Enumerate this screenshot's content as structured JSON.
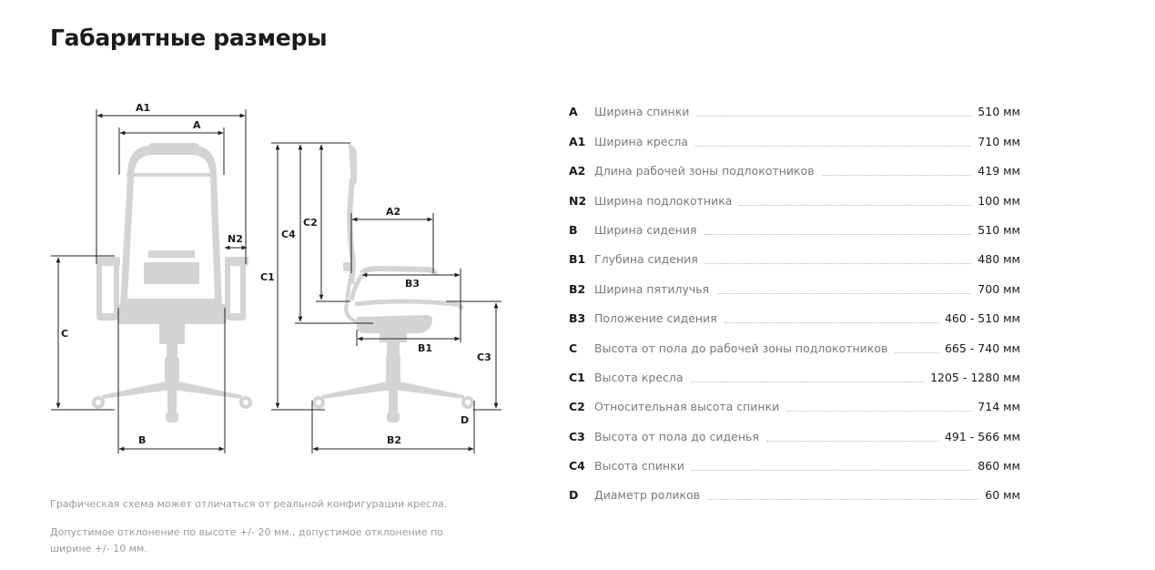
{
  "title": "Габаритные размеры",
  "diagram_labels": {
    "A1": "A1",
    "A": "A",
    "N2": "N2",
    "C": "C",
    "B": "B",
    "C4": "C4",
    "C2": "C2",
    "C1": "C1",
    "A2": "A2",
    "B3": "B3",
    "B1": "B1",
    "C3": "C3",
    "D": "D",
    "B2": "B2"
  },
  "specs": [
    {
      "code": "A",
      "label": "Ширина спинки",
      "value": "510 мм"
    },
    {
      "code": "A1",
      "label": "Ширина кресла",
      "value": "710 мм"
    },
    {
      "code": "A2",
      "label": "Длина рабочей зоны подлокотников",
      "value": "419 мм"
    },
    {
      "code": "N2",
      "label": "Ширина подлокотника",
      "value": "100 мм"
    },
    {
      "code": "B",
      "label": "Ширина сидения",
      "value": "510 мм"
    },
    {
      "code": "B1",
      "label": "Глубина сидения",
      "value": "480 мм"
    },
    {
      "code": "B2",
      "label": "Ширина пятилучья",
      "value": "700 мм"
    },
    {
      "code": "B3",
      "label": "Положение сидения",
      "value": "460 - 510 мм"
    },
    {
      "code": "C",
      "label": "Высота от пола до рабочей зоны подлокотников",
      "value": "665 - 740 мм"
    },
    {
      "code": "C1",
      "label": "Высота кресла",
      "value": "1205 - 1280 мм"
    },
    {
      "code": "C2",
      "label": "Относительная высота спинки",
      "value": "714 мм"
    },
    {
      "code": "C3",
      "label": "Высота от пола до сиденья",
      "value": "491 - 566 мм"
    },
    {
      "code": "C4",
      "label": "Высота спинки",
      "value": "860 мм"
    },
    {
      "code": "D",
      "label": "Диаметр роликов",
      "value": "60 мм"
    }
  ],
  "notes": {
    "note1": "Графическая схема может отличаться от реальной конфигурации кресла.",
    "note2": "Допустимое отклонение по высоте +/- 20 мм., допустимое отклонение по ширине +/- 10 мм."
  }
}
